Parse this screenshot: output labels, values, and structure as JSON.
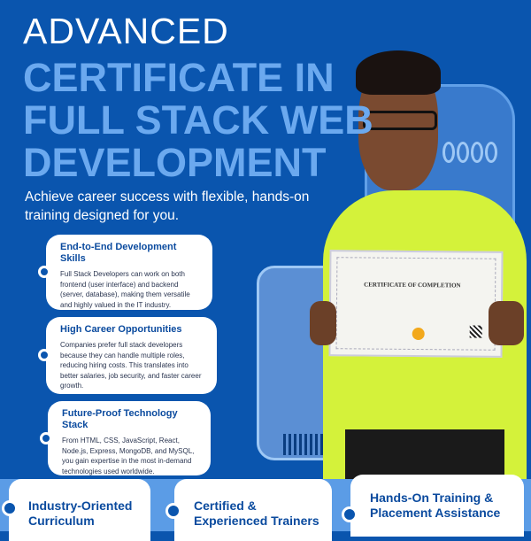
{
  "headline": {
    "line1": "ADVANCED",
    "line2": "CERTIFICATE IN",
    "line3": "FULL STACK WEB",
    "line4": "DEVELOPMENT"
  },
  "subtitle": "Achieve career success with flexible, hands-on training designed for you.",
  "features": [
    {
      "title": "End-to-End Development Skills",
      "text": "Full Stack Developers can work on both frontend (user interface) and backend (server, database), making them versatile and highly valued in the IT industry."
    },
    {
      "title": "High Career Opportunities",
      "text": "Companies prefer full stack developers because they can handle multiple roles, reducing hiring costs. This translates into better salaries, job security, and faster career growth."
    },
    {
      "title": "Future-Proof Technology Stack",
      "text": "From HTML, CSS, JavaScript, React, Node.js, Express, MongoDB, and MySQL, you gain expertise in the most in-demand technologies used worldwide."
    }
  ],
  "badges": [
    "Industry-Oriented Curriculum",
    "Certified & Experienced Trainers",
    "Hands-On Training & Placement Assistance"
  ],
  "certificate": {
    "heading": "CERTIFICATE OF COMPLETION"
  },
  "colors": {
    "background": "#0a55ae",
    "accent": "#6ba9ef",
    "band": "#5b9ce6",
    "shirt": "#d4f23a"
  }
}
